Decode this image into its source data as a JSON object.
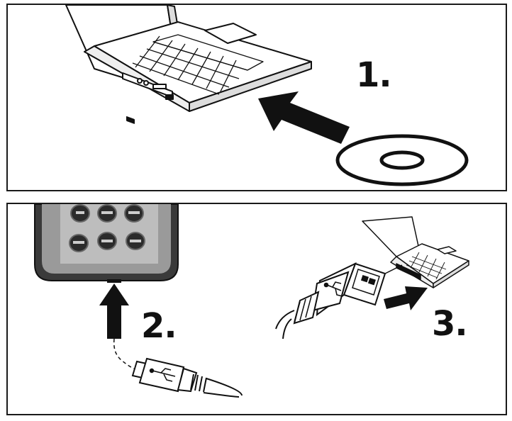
{
  "steps": [
    {
      "label": "1."
    },
    {
      "label": "2."
    },
    {
      "label": "3."
    }
  ],
  "icons": {
    "disc": "cd-disc-icon",
    "laptop": "laptop-icon",
    "device": "handheld-device-icon",
    "usb": "usb-symbol-icon",
    "arrow": "arrow-icon"
  },
  "colors": {
    "ink": "#111111",
    "device_body": "#3a3a3a",
    "device_button": "#2b2b2b",
    "paper": "#ffffff"
  }
}
